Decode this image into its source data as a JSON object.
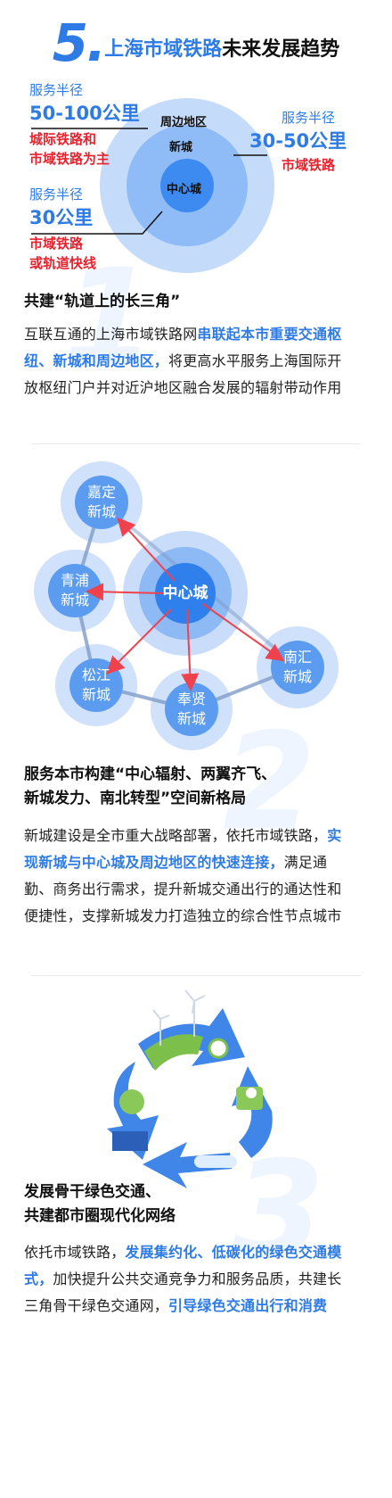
{
  "title": {
    "number": "5.",
    "blue_part": "上海市域铁路",
    "black_part": "未来发展趋势"
  },
  "radius_diagram": {
    "left_top": {
      "label": "服务半径",
      "value": "50-100公里",
      "desc_line1": "城际铁路和",
      "desc_line2": "市域铁路为主"
    },
    "right": {
      "label": "服务半径",
      "value": "30-50公里",
      "desc": "市域铁路"
    },
    "left_bottom": {
      "label": "服务半径",
      "value": "30公里",
      "desc_line1": "市域铁路",
      "desc_line2": "或轨道快线"
    },
    "rings": {
      "outer": "周边地区",
      "middle": "新城",
      "inner": "中心城"
    }
  },
  "section1": {
    "number": "1",
    "heading": "共建“轨道上的长三角”",
    "para": {
      "t1": "互联互通的上海市域铁路网",
      "h1": "串联起本市重要交通枢纽、新城和周边地区，",
      "t2": "将更高水平服务上海国际开放枢纽门户并对近沪地区融合发展的辐射带动作用"
    }
  },
  "network": {
    "center": "中心城",
    "nodes": [
      {
        "line1": "嘉定",
        "line2": "新城"
      },
      {
        "line1": "青浦",
        "line2": "新城"
      },
      {
        "line1": "松江",
        "line2": "新城"
      },
      {
        "line1": "奉贤",
        "line2": "新城"
      },
      {
        "line1": "南汇",
        "line2": "新城"
      }
    ]
  },
  "section2": {
    "number": "2",
    "heading_line1": "服务本市构建“中心辐射、两翼齐飞、",
    "heading_line2": "新城发力、南北转型”空间新格局",
    "para": {
      "t1": "新城建设是全市重大战略部署，依托市域铁路，",
      "h1": "实现新城与中心城及周边地区的快速连接，",
      "t2": "满足通勤、商务出行需求，提升新城交通出行的通达性和便捷性，支撑新城发力打造独立的综合性节点城市"
    }
  },
  "section3": {
    "number": "3",
    "heading_line1": "发展骨干绿色交通、",
    "heading_line2": "共建都市圈现代化网络",
    "para": {
      "t1": "依托市域铁路，",
      "h1": "发展集约化、低碳化的绿色交通模式，",
      "t2": "加快提升公共交通竞争力和服务品质，共建长三角骨干绿色交通网，",
      "h2": "引导绿色交通出行和消费"
    }
  },
  "colors": {
    "accent": "#2e7be6",
    "red": "#e8212d",
    "green": "#6cb83a"
  }
}
